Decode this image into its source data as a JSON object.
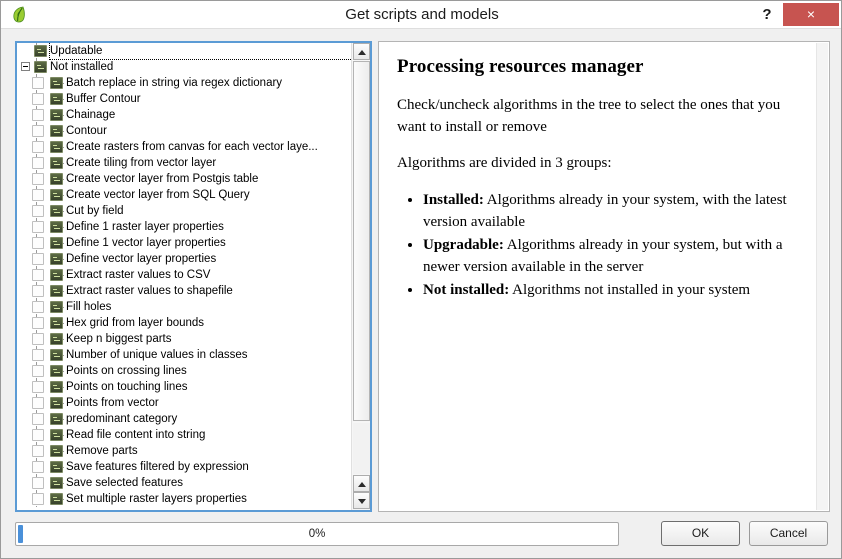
{
  "window": {
    "title": "Get scripts and models",
    "app_icon": "qgis-leaf-icon",
    "help_label": "?",
    "close_label": "×"
  },
  "tree": {
    "groups": [
      {
        "label": "Updatable",
        "icon": "script-icon",
        "expanded": false,
        "focused": true,
        "has_expander": false
      },
      {
        "label": "Not installed",
        "icon": "script-icon",
        "expanded": true,
        "focused": false,
        "has_expander": true
      }
    ],
    "items": [
      {
        "label": "Batch replace in string via regex dictionary",
        "checked": false
      },
      {
        "label": "Buffer Contour",
        "checked": false
      },
      {
        "label": "Chainage",
        "checked": false
      },
      {
        "label": "Contour",
        "checked": false
      },
      {
        "label": "Create rasters from canvas for each vector laye...",
        "checked": false
      },
      {
        "label": "Create tiling from vector layer",
        "checked": false
      },
      {
        "label": "Create vector layer from Postgis table",
        "checked": false
      },
      {
        "label": "Create vector layer from SQL Query",
        "checked": false
      },
      {
        "label": "Cut by field",
        "checked": false
      },
      {
        "label": "Define 1 raster layer properties",
        "checked": false
      },
      {
        "label": "Define 1 vector layer properties",
        "checked": false
      },
      {
        "label": "Define vector layer properties",
        "checked": false
      },
      {
        "label": "Extract raster values to CSV",
        "checked": false
      },
      {
        "label": "Extract raster values to shapefile",
        "checked": false
      },
      {
        "label": "Fill holes",
        "checked": false
      },
      {
        "label": "Hex grid from layer bounds",
        "checked": false
      },
      {
        "label": "Keep n biggest parts",
        "checked": false
      },
      {
        "label": "Number of unique values in classes",
        "checked": false
      },
      {
        "label": "Points on crossing lines",
        "checked": false
      },
      {
        "label": "Points on touching lines",
        "checked": false
      },
      {
        "label": "Points from vector",
        "checked": false
      },
      {
        "label": "predominant category",
        "checked": false
      },
      {
        "label": "Read file content into string",
        "checked": false
      },
      {
        "label": "Remove parts",
        "checked": false
      },
      {
        "label": "Save features filtered by expression",
        "checked": false
      },
      {
        "label": "Save selected features",
        "checked": false
      },
      {
        "label": "Set multiple raster layers properties",
        "checked": false
      }
    ]
  },
  "doc": {
    "title": "Processing resources manager",
    "paragraph1": "Check/uncheck algorithms in the tree to select the ones that you want to install or remove",
    "paragraph2": "Algorithms are divided in 3 groups:",
    "bullets": [
      {
        "term": "Installed:",
        "text": " Algorithms already in your system, with the latest version available"
      },
      {
        "term": "Upgradable:",
        "text": " Algorithms already in your system, but with a newer version available in the server"
      },
      {
        "term": "Not installed:",
        "text": " Algorithms not installed in your system"
      }
    ]
  },
  "progress": {
    "value": 0,
    "label": "0%"
  },
  "buttons": {
    "ok": "OK",
    "cancel": "Cancel"
  },
  "colors": {
    "close_red": "#c75450",
    "focus_blue": "#5b9bd5",
    "progress_blue": "#4a90d9"
  }
}
